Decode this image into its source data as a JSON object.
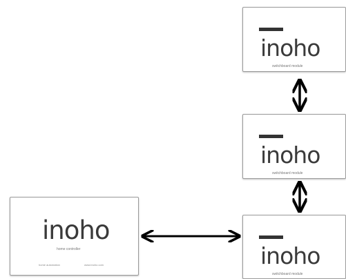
{
  "modules": [
    {
      "logo_text": "inoho",
      "subtitle": "switchboard module"
    },
    {
      "logo_text": "inoho",
      "subtitle": "switchboard module"
    },
    {
      "logo_text": "inoho",
      "subtitle": "switchboard module"
    }
  ],
  "controller": {
    "logo_text": "inoho",
    "subtitle": "home controller",
    "footer_left": "home automation",
    "footer_right": "www.inoho.com"
  },
  "colors": {
    "border": "#9a9a9a",
    "text": "#3a3a3a",
    "arrow": "#000000"
  }
}
